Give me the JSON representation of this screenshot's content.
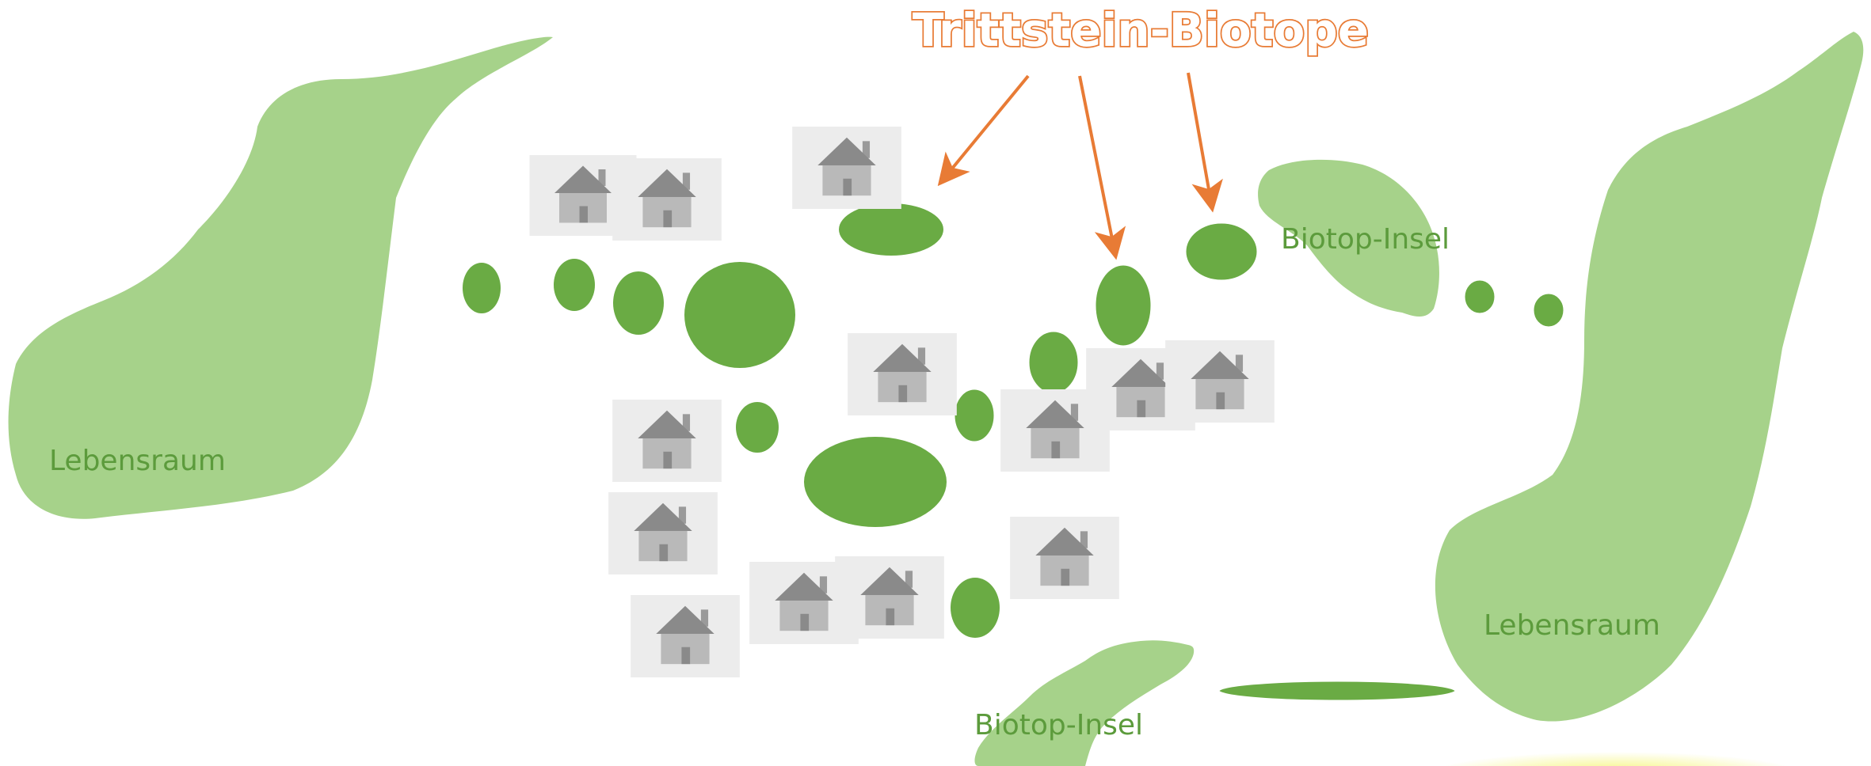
{
  "title": "Trittstein-Biotope",
  "labels": {
    "habitat_left": "Lebensraum",
    "habitat_right": "Lebensraum",
    "island_upper": "Biotop-Insel",
    "island_lower": "Biotop-Insel"
  },
  "colors": {
    "habitat_fill": "#a6d28a",
    "stepping_stone_fill": "#6aab44",
    "label_text": "#5c9b3c",
    "title_outline": "#e87b35",
    "arrow": "#e87b35",
    "house_tile": "#ececec",
    "house": "#8f8f8f"
  },
  "icons": {
    "house": "house-icon",
    "arrow": "arrow-icon"
  }
}
